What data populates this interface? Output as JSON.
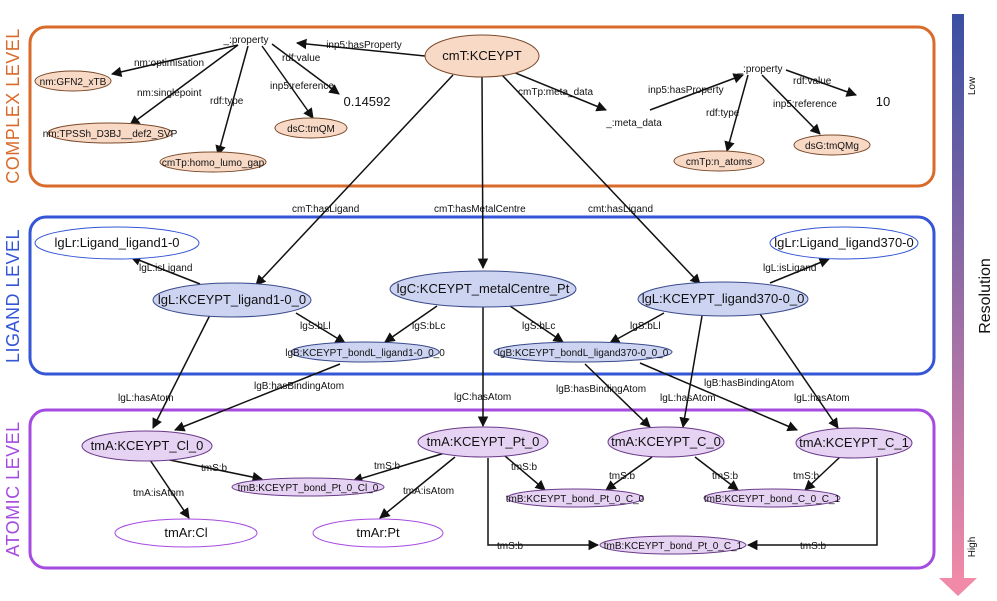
{
  "levels": {
    "complex": {
      "label": "COMPLEX LEVEL",
      "color": "#d96a2a"
    },
    "ligand": {
      "label": "LIGAND LEVEL",
      "color": "#3355d6"
    },
    "atomic": {
      "label": "ATOMIC LEVEL",
      "color": "#a64be0"
    }
  },
  "resolution": {
    "label": "Resolution",
    "low": "Low",
    "high": "High",
    "color_top": "#3a4fa3",
    "color_bottom": "#f08aa8"
  },
  "node_colors": {
    "complex": "#f8d9c6",
    "ligand": "#cdd4f2",
    "ligand_ref": "#ffffff",
    "atomic": "#e6d2f2",
    "atomic_ref": "#ffffff"
  },
  "nodes": {
    "n_cmT": "cmT:KCEYPT",
    "n_prop1": "_:property",
    "n_gfn2": "nm:GFN2_xTB",
    "n_tpssh": "nm:TPSSh_D3BJ__def2_SVP",
    "n_homo": "cmTp:homo_lumo_gap",
    "n_dsC": "dsC:tmQM",
    "n_val1": "0.14592",
    "n_meta": "_:meta_data",
    "n_prop2": "_:property",
    "n_natoms": "cmTp:n_atoms",
    "n_dsG": "dsG:tmQMg",
    "n_val2": "10",
    "n_lgLr1": "lgLr:Ligand_ligand1-0",
    "n_lgLr370": "lgLr:Ligand_ligand370-0",
    "n_lgL1": "lgL:KCEYPT_ligand1-0_0",
    "n_lgC": "lgC:KCEYPT_metalCentre_Pt",
    "n_lgL370": "lgL:KCEYPT_ligand370-0_0",
    "n_lgB1": "lgB:KCEYPT_bondL_ligand1-0_0_0",
    "n_lgB370": "lgB:KCEYPT_bondL_ligand370-0_0_0",
    "n_tmCl": "tmA:KCEYPT_Cl_0",
    "n_tmPt": "tmA:KCEYPT_Pt_0",
    "n_tmC0": "tmA:KCEYPT_C_0",
    "n_tmC1": "tmA:KCEYPT_C_1",
    "n_bPtCl": "tmB:KCEYPT_bond_Pt_0_Cl_0",
    "n_bPtC0": "tmB:KCEYPT_bond_Pt_0_C_0",
    "n_bC0C1": "tmB:KCEYPT_bond_C_0_C_1",
    "n_bPtC1": "tmB:KCEYPT_bond_Pt_0_C_1",
    "n_tmArCl": "tmAr:Cl",
    "n_tmArPt": "tmAr:Pt"
  },
  "edges": {
    "e_hasProperty1": "inp5:hasProperty",
    "e_optimisation": "nm:optimisation",
    "e_singlepoint": "nm:singlepoint",
    "e_rdftype1": "rdf:type",
    "e_reference1": "inp5:reference",
    "e_rdfvalue1": "rdf:value",
    "e_metadata": "cmTp:meta_data",
    "e_hasProperty2": "inp5:hasProperty",
    "e_rdftype2": "rdf:type",
    "e_reference2": "inp5:reference",
    "e_rdfvalue2": "rdf:value",
    "e_hasLigand1": "cmT:hasLigand",
    "e_hasMetal": "cmT:hasMetalCentre",
    "e_hasLigand2": "cmt:hasLigand",
    "e_isLigand1": "lgL:isLigand",
    "e_isLigand2": "lgL:isLigand",
    "e_bLl1": "lgS:bLl",
    "e_bLc1": "lgS:bLc",
    "e_bLc2": "lgS:bLc",
    "e_bLl2": "lgS:bLl",
    "e_hasAtom1": "lgL:hasAtom",
    "e_binding1": "lgB:hasBindingAtom",
    "e_lgCAtom": "lgC:hasAtom",
    "e_binding2": "lgB:hasBindingAtom",
    "e_binding3": "lgB:hasBindingAtom",
    "e_hasAtom2": "lgL:hasAtom",
    "e_hasAtom3": "lgL:hasAtom",
    "e_tmSb1": "tmS:b",
    "e_tmSb2": "tmS:b",
    "e_isAtom1": "tmA:isAtom",
    "e_isAtom2": "tmA:isAtom",
    "e_tmSb3": "tmS:b",
    "e_tmSb4": "tmS:b",
    "e_tmSb5": "tmS:b",
    "e_tmSb6": "tmS:b",
    "e_tmSb7": "tmS:b",
    "e_tmSb8": "tmS:b"
  }
}
